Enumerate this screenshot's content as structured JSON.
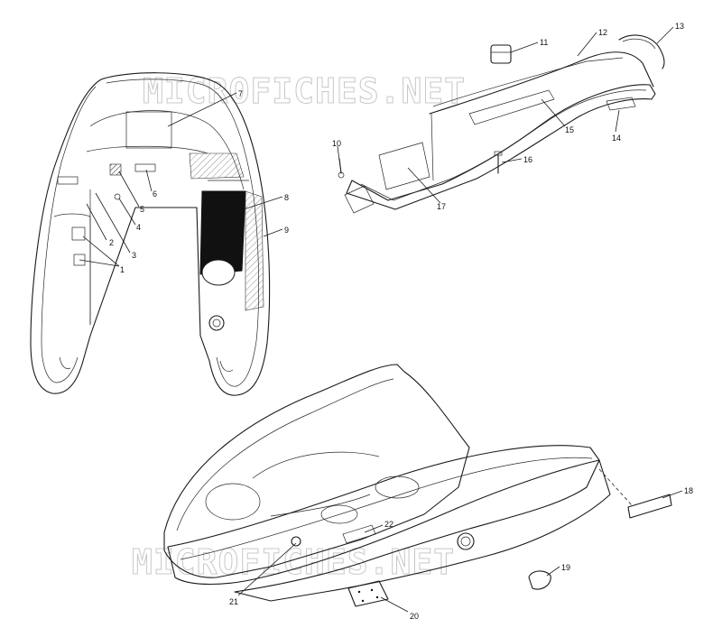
{
  "watermarks": [
    "MICROFICHES.NET",
    "MICROFICHES.NET"
  ],
  "callouts": [
    "1",
    "2",
    "3",
    "4",
    "5",
    "6",
    "7",
    "8",
    "9",
    "10",
    "11",
    "12",
    "13",
    "14",
    "15",
    "16",
    "17",
    "18",
    "19",
    "20",
    "21",
    "22"
  ]
}
